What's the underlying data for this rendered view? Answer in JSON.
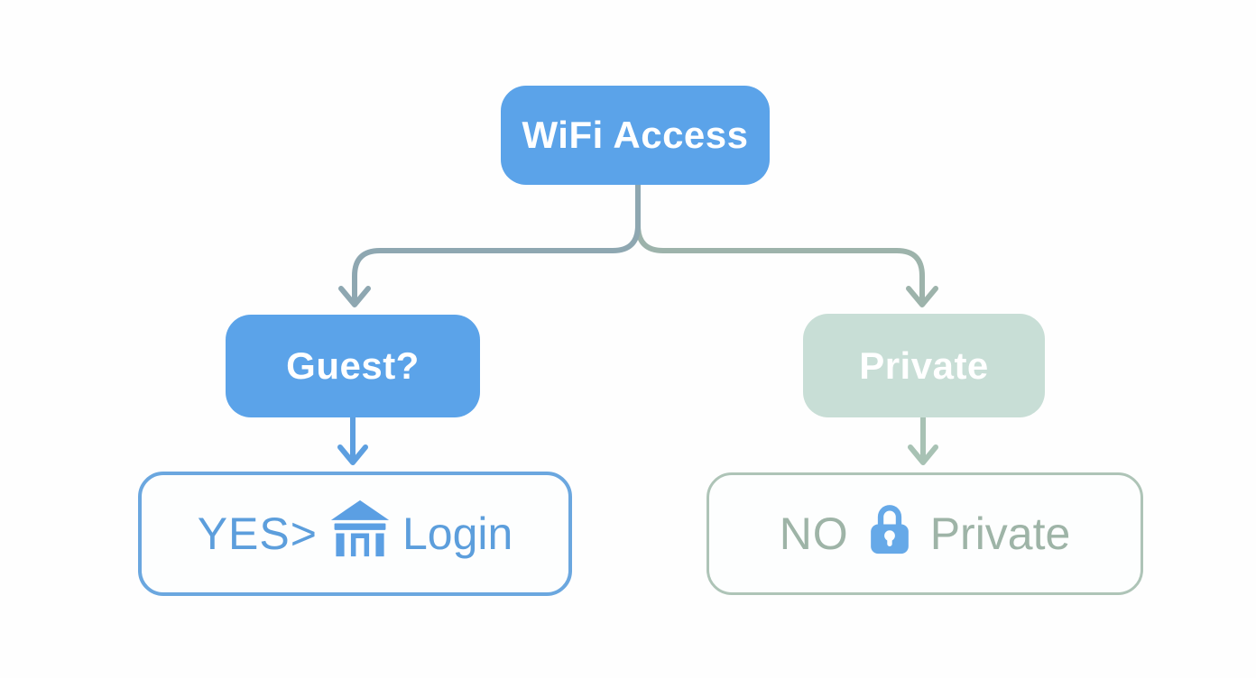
{
  "diagram": {
    "type": "flowchart",
    "background": "#fefefe",
    "nodes": {
      "root": {
        "label": "WiFi Access",
        "bg_color": "#5ba3e9",
        "text_color": "#ffffff"
      },
      "guest": {
        "label": "Guest?",
        "bg_color": "#5ba3e9",
        "text_color": "#ffffff"
      },
      "private": {
        "label": "Private",
        "bg_color": "#c8ded6",
        "text_color": "#ffffff"
      },
      "guest_outcome": {
        "prefix": "YES>",
        "label": "Login",
        "icon": "portico-building-icon",
        "border_color": "#6ba7df",
        "text_color": "#5c9edc",
        "icon_color": "#5b9fe3"
      },
      "private_outcome": {
        "prefix": "NO",
        "label": "Private",
        "icon": "lock-icon",
        "border_color": "#aec4b7",
        "text_color": "#9eb4a7",
        "icon_color": "#66a9e8"
      }
    },
    "connectors": {
      "root_to_guest_color": "#8ea7b1",
      "root_to_private_color": "#9db3ab",
      "guest_to_outcome_color": "#5d9fe0",
      "private_to_outcome_color": "#a8c2b4"
    }
  }
}
